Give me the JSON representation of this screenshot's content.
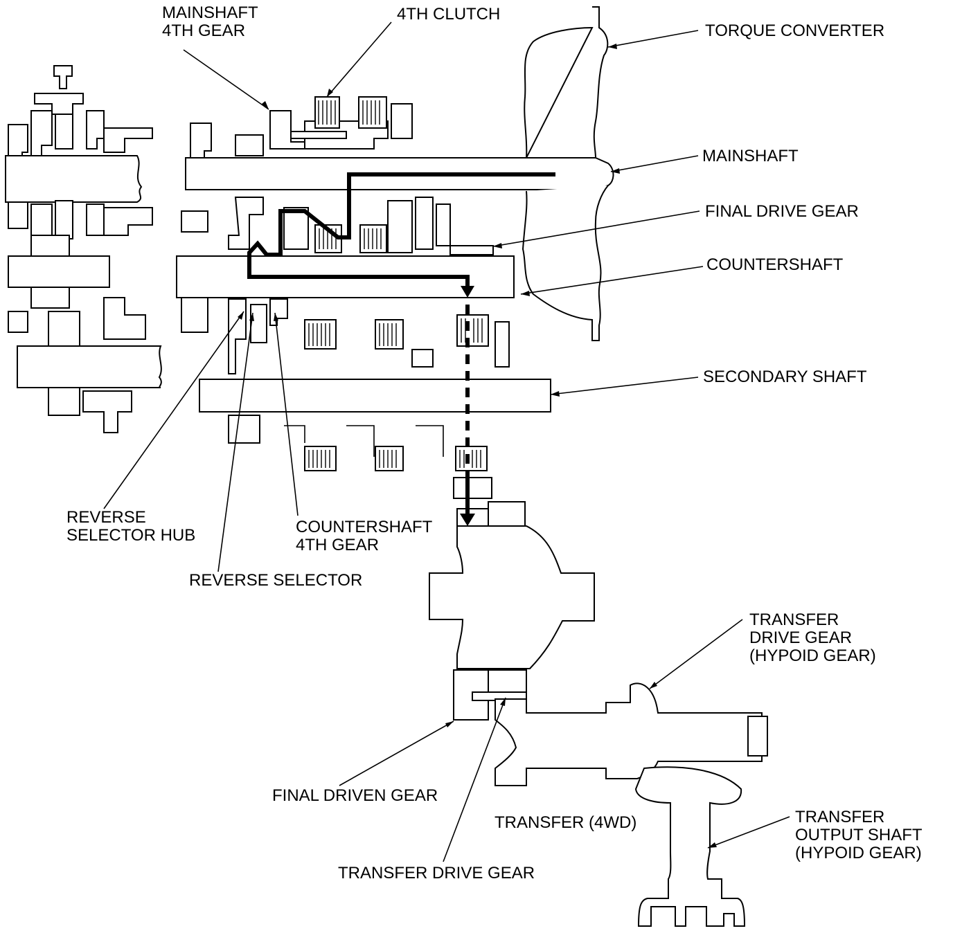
{
  "labels": {
    "mainshaft_4th_gear": [
      "MAINSHAFT",
      "4TH GEAR"
    ],
    "fourth_clutch": "4TH CLUTCH",
    "torque_converter": "TORQUE CONVERTER",
    "mainshaft": "MAINSHAFT",
    "final_drive_gear": "FINAL DRIVE GEAR",
    "countershaft": "COUNTERSHAFT",
    "secondary_shaft": "SECONDARY SHAFT",
    "reverse_selector_hub": [
      "REVERSE",
      "SELECTOR HUB"
    ],
    "countershaft_4th_gear": [
      "COUNTERSHAFT",
      "4TH GEAR"
    ],
    "reverse_selector": "REVERSE SELECTOR",
    "transfer_drive_gear_hypoid": [
      "TRANSFER",
      "DRIVE GEAR",
      "(HYPOID GEAR)"
    ],
    "final_driven_gear": "FINAL DRIVEN GEAR",
    "transfer_4wd": "TRANSFER (4WD)",
    "transfer_output_shaft": [
      "TRANSFER",
      "OUTPUT SHAFT",
      "(HYPOID GEAR)"
    ],
    "transfer_drive_gear": "TRANSFER DRIVE GEAR"
  },
  "power_flow": {
    "path_style": "solid",
    "continuation_style": "dashed",
    "arrow": "down"
  }
}
